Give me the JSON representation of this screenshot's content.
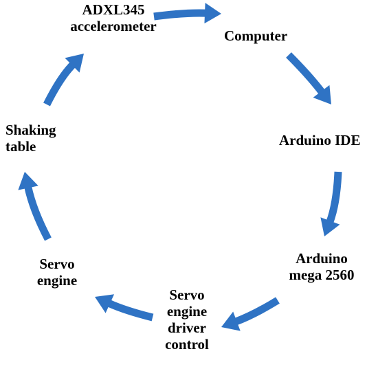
{
  "colors": {
    "arrow": "#2f73c4",
    "text": "#000000",
    "background": "#ffffff"
  },
  "nodes": {
    "accelerometer": {
      "lines": [
        "ADXL345",
        "accelerometer"
      ]
    },
    "computer": {
      "lines": [
        "Computer"
      ]
    },
    "arduino_ide": {
      "lines": [
        "Arduino IDE"
      ]
    },
    "arduino_mega": {
      "lines": [
        "Arduino",
        "mega 2560"
      ]
    },
    "driver_control": {
      "lines": [
        "Servo",
        "engine",
        "driver",
        "control"
      ]
    },
    "servo_engine": {
      "lines": [
        "Servo",
        "engine"
      ]
    },
    "shaking_table": {
      "lines": [
        "Shaking",
        "table"
      ]
    }
  },
  "flow": [
    "ADXL345 accelerometer → Computer",
    "Computer → Arduino IDE",
    "Arduino IDE → Arduino mega 2560",
    "Arduino mega 2560 → Servo engine driver control",
    "Servo engine driver control → Servo engine",
    "Servo engine → Shaking table",
    "Shaking table → ADXL345 accelerometer"
  ]
}
